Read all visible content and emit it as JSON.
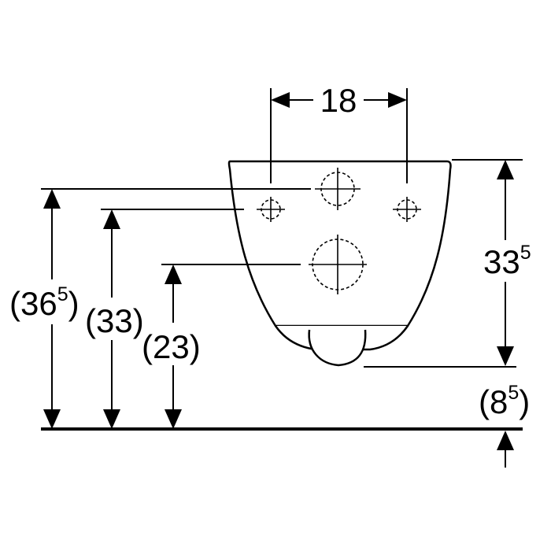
{
  "dimensions": {
    "spacing": {
      "value": "18"
    },
    "bowl_height": {
      "main": "33",
      "sup": "5"
    },
    "bottom_height": {
      "open": "(",
      "main": "8",
      "sup": "5",
      "close": ")"
    },
    "top_mount": {
      "open": "(",
      "main": "36",
      "sup": "5",
      "close": ")"
    },
    "mid_mount": {
      "label": "(33)"
    },
    "low_mount": {
      "label": "(23)"
    }
  },
  "colors": {
    "line": "#000000",
    "background": "#ffffff"
  }
}
